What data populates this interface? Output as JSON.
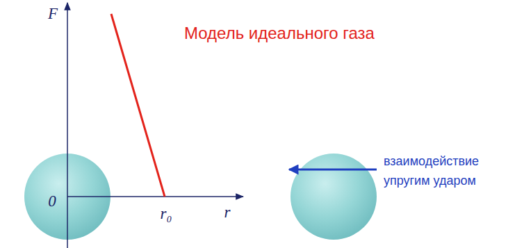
{
  "diagram": {
    "title": "Модель идеального газа",
    "labels": [
      "F",
      "0",
      "r₀",
      "r",
      "взаимодействие упругим ударом"
    ]
  }
}
